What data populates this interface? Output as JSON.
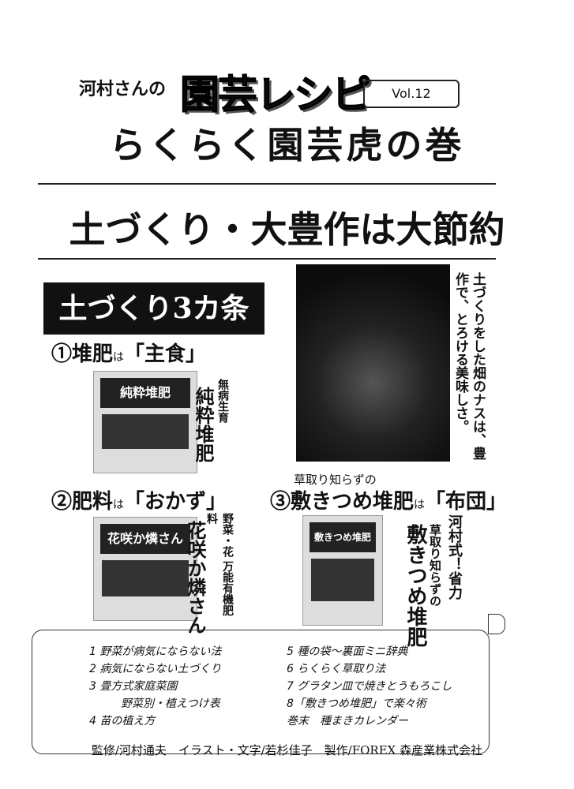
{
  "header": {
    "series": "河村さんの",
    "brand": "園芸レシピ",
    "volume": "Vol.12",
    "subtitle": "らくらく園芸虎の巻"
  },
  "headline": "土づくり・大豊作は大節約",
  "section_title": "土づくり3カ条",
  "photo_caption": "土づくりをした畑のナスは、豊作で、とろける美味しさ。",
  "items": [
    {
      "num": "①",
      "term": "堆肥",
      "particle": "は",
      "role": "「主食」",
      "product_tag": "無病生育",
      "product_name": "純粋堆肥",
      "bag_label": "純粋堆肥"
    },
    {
      "num": "②",
      "term": "肥料",
      "particle": "は",
      "role": "「おかず」",
      "product_tag": "野菜・花 万能有機肥料",
      "product_name": "花咲か燐さん",
      "bag_label": "花咲か燐さん"
    },
    {
      "num": "③",
      "pre": "草取り知らずの",
      "term": "敷きつめ堆肥",
      "particle": "は",
      "role": "「布団」",
      "product_tag1": "河村式！省力",
      "product_tag2": "草取り知らずの",
      "product_name": "敷きつめ堆肥",
      "bag_label": "敷きつめ堆肥"
    }
  ],
  "contents": {
    "left": [
      "1 野菜が病気にならない法",
      "2 病気にならない土づくり",
      "3 畳方式家庭菜園",
      "野菜別・植えつけ表",
      "4 苗の植え方"
    ],
    "right": [
      "5 種の袋～裏面ミニ辞典",
      "6 らくらく草取り法",
      "7 グラタン皿で焼きとうもろこし",
      "8「敷きつめ堆肥」で楽々術",
      "巻末　種まきカレンダー"
    ]
  },
  "footer": "監修/河村通夫　イラスト・文字/若杉佳子　製作/FOREX 森産業株式会社"
}
